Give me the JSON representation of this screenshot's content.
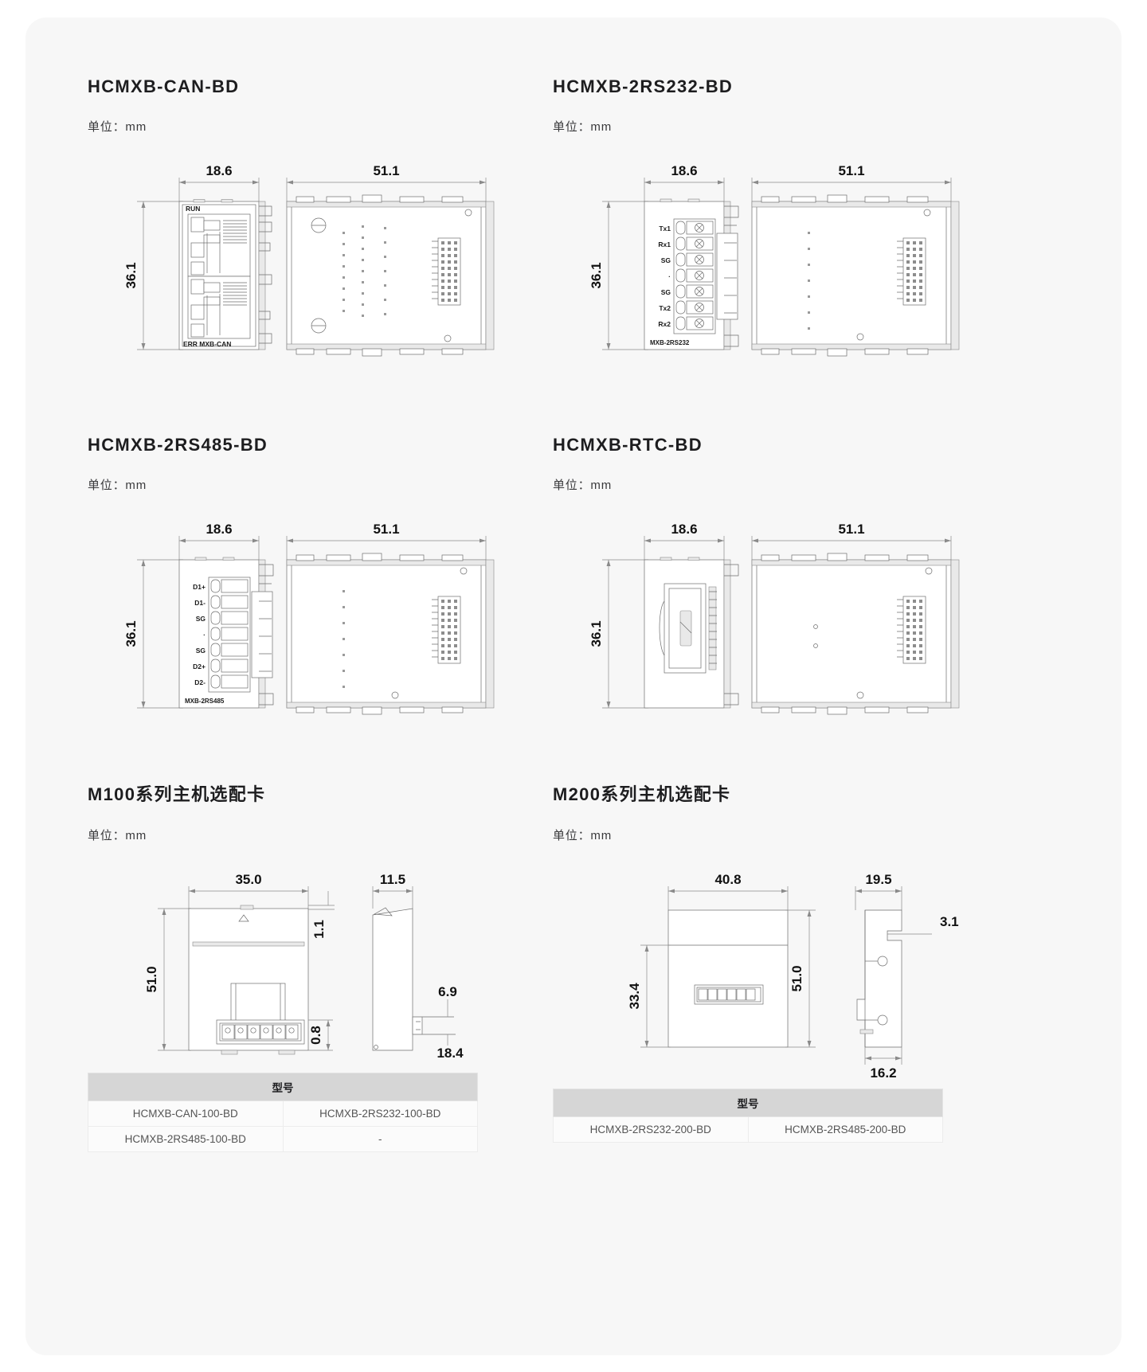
{
  "page": {
    "unit_label": "单位：mm"
  },
  "sections": [
    {
      "id": "can-bd",
      "title": "HCMXB-CAN-BD",
      "unit": "单位：mm",
      "dims": {
        "width": "18.6",
        "height": "36.1",
        "depth": "51.1"
      },
      "face_labels": {
        "top": "RUN",
        "bottom": "ERR MXB-CAN"
      },
      "connector": "rj45-dual"
    },
    {
      "id": "rs232-bd",
      "title": "HCMXB-2RS232-BD",
      "unit": "单位：mm",
      "dims": {
        "width": "18.6",
        "height": "36.1",
        "depth": "51.1"
      },
      "terminals": [
        "Tx1",
        "Rx1",
        "SG",
        "·",
        "SG",
        "Tx2",
        "Rx2"
      ],
      "model_mark": "MXB-2RS232",
      "connector": "screw-terminal-7"
    },
    {
      "id": "rs485-bd",
      "title": "HCMXB-2RS485-BD",
      "unit": "单位：mm",
      "dims": {
        "width": "18.6",
        "height": "36.1",
        "depth": "51.1"
      },
      "terminals": [
        "D1+",
        "D1-",
        "SG",
        "·",
        "SG",
        "D2+",
        "D2-"
      ],
      "model_mark": "MXB-2RS485",
      "connector": "screw-terminal-7"
    },
    {
      "id": "rtc-bd",
      "title": "HCMXB-RTC-BD",
      "unit": "单位：mm",
      "dims": {
        "width": "18.6",
        "height": "36.1",
        "depth": "51.1"
      },
      "connector": "battery-holder"
    },
    {
      "id": "m100",
      "title": "M100系列主机选配卡",
      "unit": "单位：mm",
      "dims": {
        "front_width": "35.0",
        "front_height": "51.0",
        "tab_height": "1.1",
        "terminal_height": "0.8",
        "side_width": "11.5",
        "side_notch": "6.9",
        "side_offset": "18.4"
      },
      "table": {
        "header": "型号",
        "rows": [
          [
            "HCMXB-CAN-100-BD",
            "HCMXB-2RS232-100-BD"
          ],
          [
            "HCMXB-2RS485-100-BD",
            "-"
          ]
        ]
      }
    },
    {
      "id": "m200",
      "title": "M200系列主机选配卡",
      "unit": "单位：mm",
      "dims": {
        "front_width": "40.8",
        "front_height": "51.0",
        "inner_height": "33.4",
        "side_width": "19.5",
        "side_step": "3.1",
        "side_base": "16.2"
      },
      "table": {
        "header": "型号",
        "rows": [
          [
            "HCMXB-2RS232-200-BD",
            "HCMXB-2RS485-200-BD"
          ]
        ]
      }
    }
  ]
}
